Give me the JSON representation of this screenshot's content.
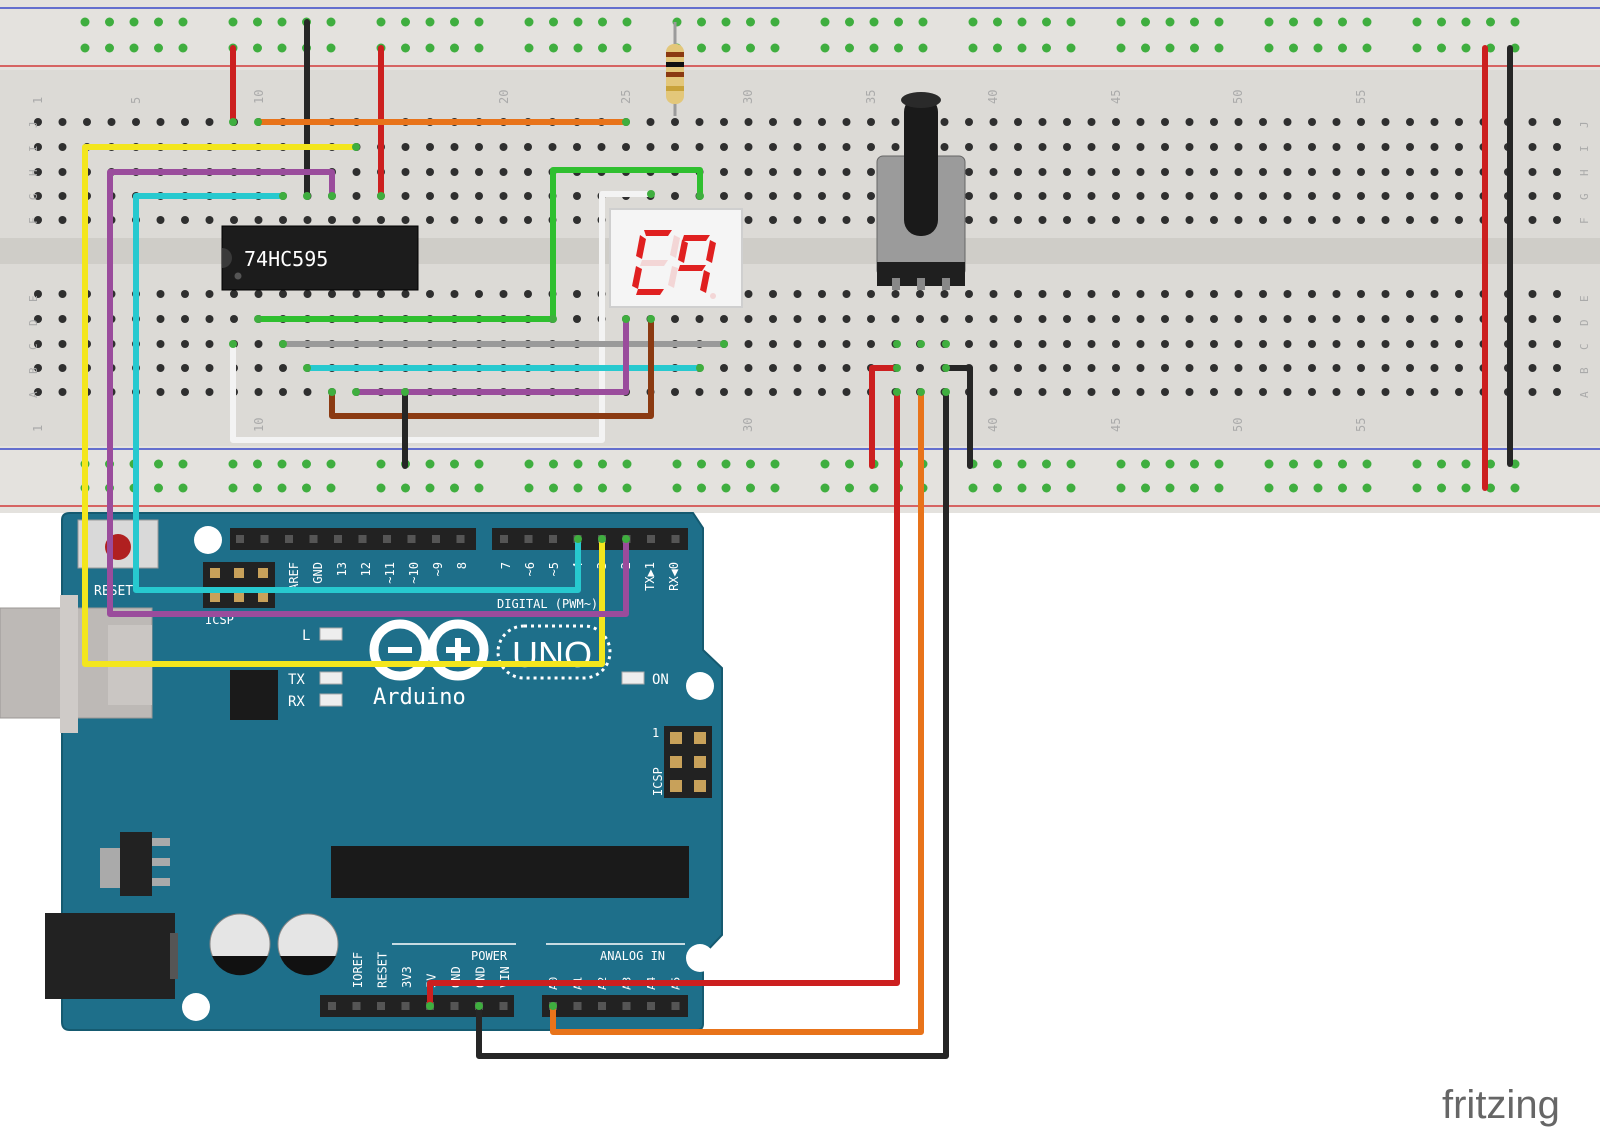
{
  "chip": {
    "label": "74HC595"
  },
  "breadboard": {
    "row_letters_top": [
      "J",
      "I",
      "H",
      "G",
      "F"
    ],
    "row_letters_bottom": [
      "E",
      "D",
      "C",
      "B",
      "A"
    ],
    "column_numbers": [
      "1",
      "5",
      "10",
      "20",
      "25",
      "30",
      "35",
      "40",
      "45",
      "50",
      "55"
    ]
  },
  "arduino": {
    "logo_text": "Arduino",
    "model": "UNO",
    "reset_label": "RESET",
    "icsp_label": "ICSP",
    "icsp2_label": "ICSP",
    "icsp2_pin1": "1",
    "led_l": "L",
    "led_tx": "TX",
    "led_rx": "RX",
    "led_on": "ON",
    "digital_label": "DIGITAL (PWM~)",
    "digital_pins": [
      "AREF",
      "GND",
      "13",
      "12",
      "~11",
      "~10",
      "~9",
      "8",
      "7",
      "~6",
      "~5",
      "4",
      "~3",
      "2",
      "TX▶1",
      "RX◀0"
    ],
    "power_label": "POWER",
    "power_pins": [
      "IOREF",
      "RESET",
      "3V3",
      "5V",
      "GND",
      "GND",
      "VIN"
    ],
    "analog_label": "ANALOG IN",
    "analog_pins": [
      "A0",
      "A1",
      "A2",
      "A3",
      "A4",
      "A5"
    ]
  },
  "watermark": "fritzing",
  "colors": {
    "board_teal": "#1e6f8a",
    "wire_red": "#cc1f1f",
    "wire_black": "#262626",
    "wire_orange": "#e8731a",
    "wire_yellow": "#f3e61d",
    "wire_purple": "#9a4c9c",
    "wire_cyan": "#27c9cf",
    "wire_green": "#2fbf2f",
    "wire_brown": "#8b3a12",
    "wire_white": "#f3f3f3",
    "wire_gray": "#9a9a9a",
    "segment_red": "#e02020"
  }
}
